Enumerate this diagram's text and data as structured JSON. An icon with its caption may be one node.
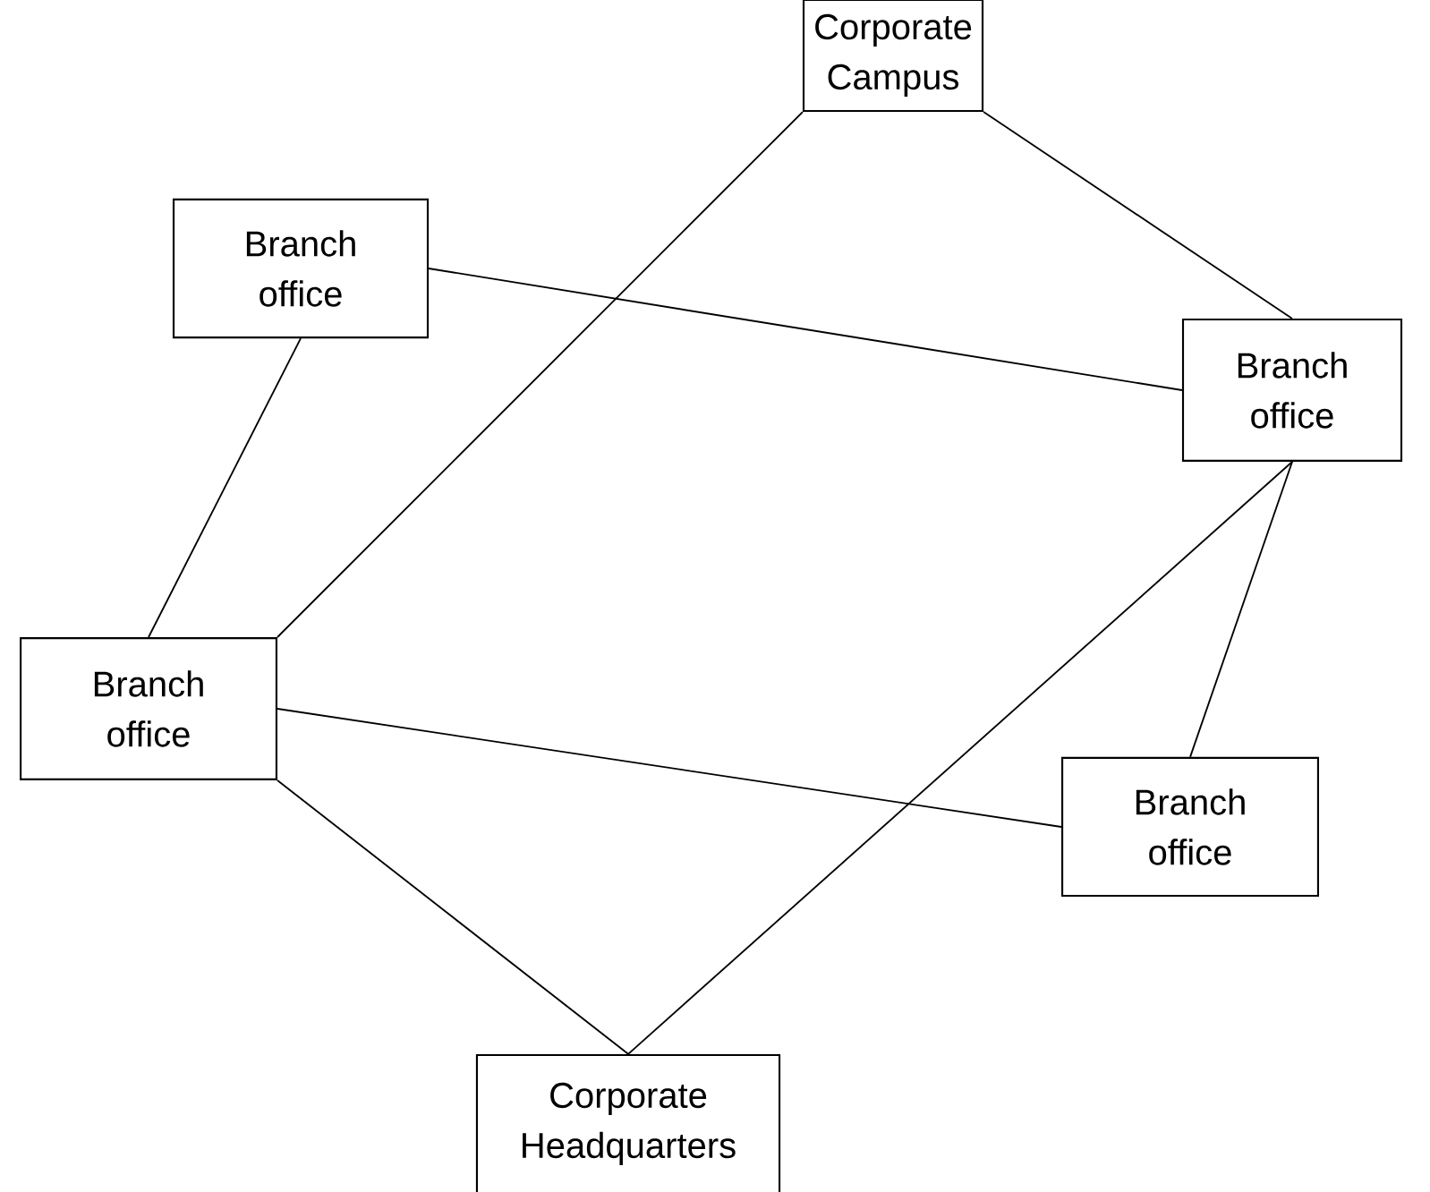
{
  "diagram": {
    "nodes": [
      {
        "text": [
          "Corporate Campus"
        ]
      },
      {
        "text": [
          "Branch office"
        ]
      },
      {
        "text": [
          "Branch office"
        ]
      },
      {
        "text": [
          "Branch office"
        ]
      },
      {
        "text": [
          "Branch office"
        ]
      },
      {
        "text": [
          "Corporate Headquarters"
        ]
      }
    ],
    "edges": [
      {
        "from": 0,
        "to": 3,
        "arrow": "none"
      },
      {
        "from": 0,
        "to": 2,
        "arrow": "none"
      },
      {
        "from": 1,
        "to": 2,
        "arrow": "none"
      },
      {
        "from": 1,
        "to": 3,
        "arrow": "none"
      },
      {
        "from": 3,
        "to": 4,
        "arrow": "none"
      },
      {
        "from": 3,
        "to": 5,
        "arrow": "none"
      },
      {
        "from": 2,
        "to": 5,
        "arrow": "none"
      },
      {
        "from": 2,
        "to": 4,
        "arrow": "none"
      }
    ]
  }
}
